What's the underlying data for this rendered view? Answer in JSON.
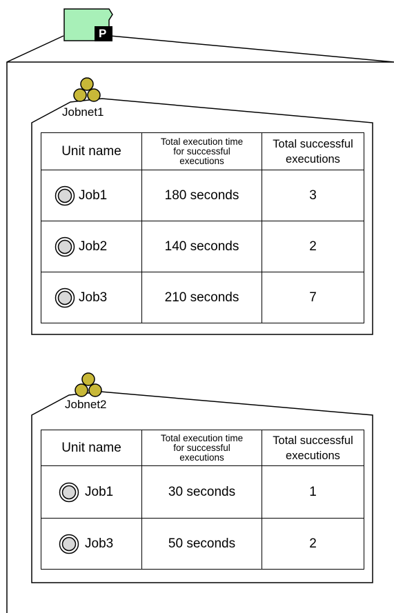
{
  "root": {
    "badge": "P"
  },
  "jobnets": [
    {
      "name": "Jobnet1",
      "headers": {
        "unit": "Unit name",
        "time": [
          "Total execution time",
          "for successful",
          "executions"
        ],
        "count": [
          "Total successful",
          "executions"
        ]
      },
      "rows": [
        {
          "unit": "Job1",
          "time": "180 seconds",
          "count": "3"
        },
        {
          "unit": "Job2",
          "time": "140 seconds",
          "count": "2"
        },
        {
          "unit": "Job3",
          "time": "210 seconds",
          "count": "7"
        }
      ]
    },
    {
      "name": "Jobnet2",
      "headers": {
        "unit": "Unit name",
        "time": [
          "Total execution time",
          "for successful",
          "executions"
        ],
        "count": [
          "Total successful",
          "executions"
        ]
      },
      "rows": [
        {
          "unit": "Job1",
          "time": "30 seconds",
          "count": "1"
        },
        {
          "unit": "Job3",
          "time": "50 seconds",
          "count": "2"
        }
      ]
    }
  ],
  "colors": {
    "root_fill": "#a8f0b8",
    "jobnet_fill": "#c8b838",
    "job_icon_fill": "#d8d8d8"
  }
}
